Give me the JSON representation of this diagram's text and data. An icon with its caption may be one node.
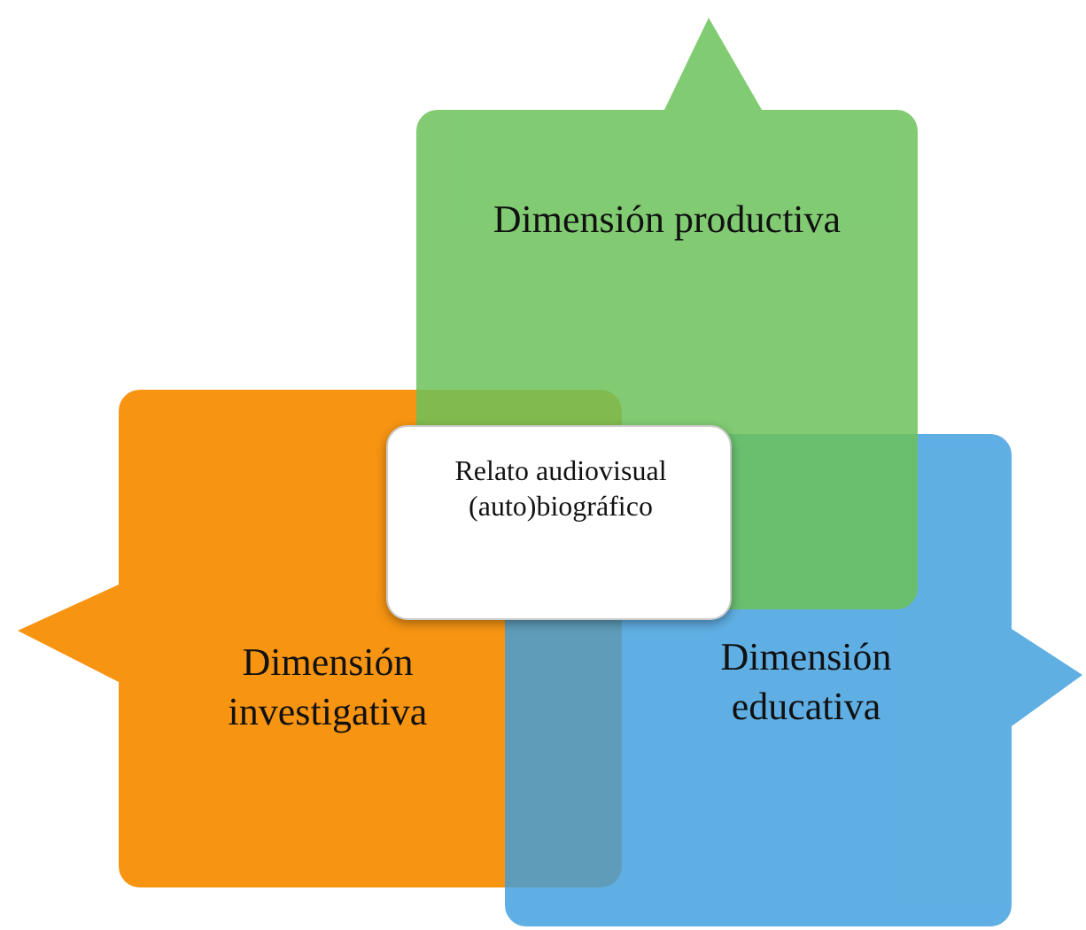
{
  "diagram": {
    "nodes": [
      {
        "text": [
          "Dimensión productiva"
        ]
      },
      {
        "text": [
          "Relato audiovisual (auto)biográfico"
        ]
      },
      {
        "text": [
          "Dimensión investigativa"
        ]
      },
      {
        "text": [
          "Dimensión educativa"
        ]
      }
    ],
    "edges": []
  }
}
